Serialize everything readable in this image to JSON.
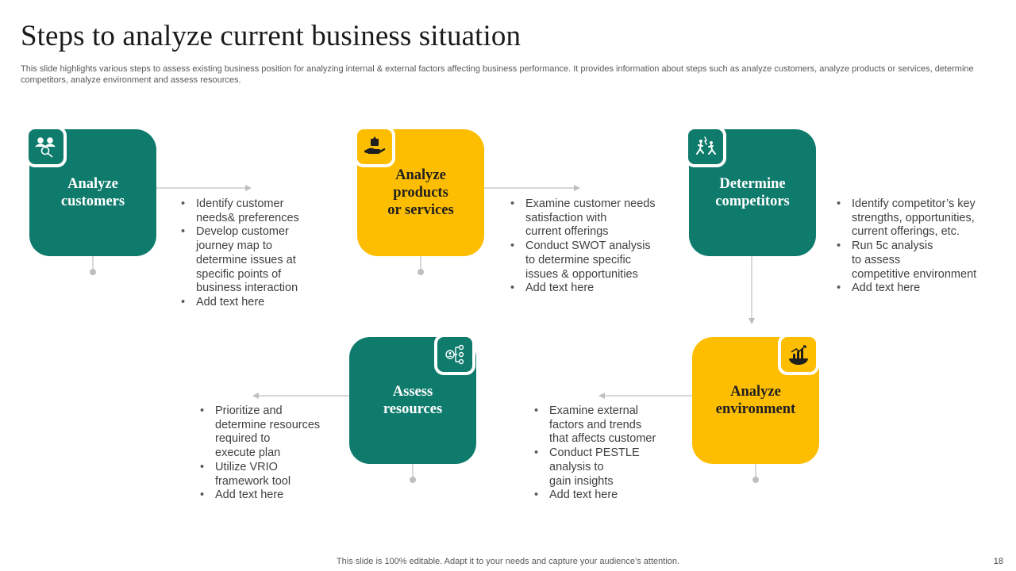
{
  "slide": {
    "title": "Steps to analyze current business situation",
    "subtitle": "This slide highlights various steps to assess existing business position for analyzing internal & external factors affecting business performance. It provides information about steps such as analyze customers, analyze products or services, determine competitors, analyze environment and assess resources.",
    "footer": "This slide is 100% editable. Adapt it to your needs and capture your audience’s attention.",
    "page_number": "18"
  },
  "colors": {
    "green": "#0f7b6c",
    "yellow": "#fdbd00",
    "connector": "#bfbfbf"
  },
  "steps": [
    {
      "title": "Analyze\ncustomers",
      "icon": "customer-analysis-icon",
      "bullets": [
        "Identify customer\nneeds& preferences",
        "Develop customer\njourney map to\ndetermine issues at\nspecific points of\nbusiness interaction",
        "Add text here"
      ]
    },
    {
      "title": "Analyze\nproducts\nor services",
      "icon": "product-in-hand-icon",
      "bullets": [
        "Examine customer needs\nsatisfaction with\ncurrent offerings",
        "Conduct SWOT analysis\nto determine specific\nissues & opportunities",
        "Add text here"
      ]
    },
    {
      "title": "Determine\ncompetitors",
      "icon": "competitors-running-icon",
      "bullets": [
        "Identify competitor’s key\nstrengths, opportunities,\ncurrent offerings, etc.",
        "Run 5c analysis\nto assess\ncompetitive environment",
        "Add text here"
      ]
    },
    {
      "title": "Analyze\nenvironment",
      "icon": "globe-growth-chart-icon",
      "bullets": [
        "Examine external\nfactors  and trends\nthat affects customer",
        "Conduct PESTLE\nanalysis to\ngain insights",
        "Add text here"
      ]
    },
    {
      "title": "Assess\nresources",
      "icon": "resource-network-icon",
      "bullets": [
        "Prioritize and\ndetermine resources\nrequired to\nexecute plan",
        "Utilize VRIO\nframework tool",
        "Add text here"
      ]
    }
  ]
}
